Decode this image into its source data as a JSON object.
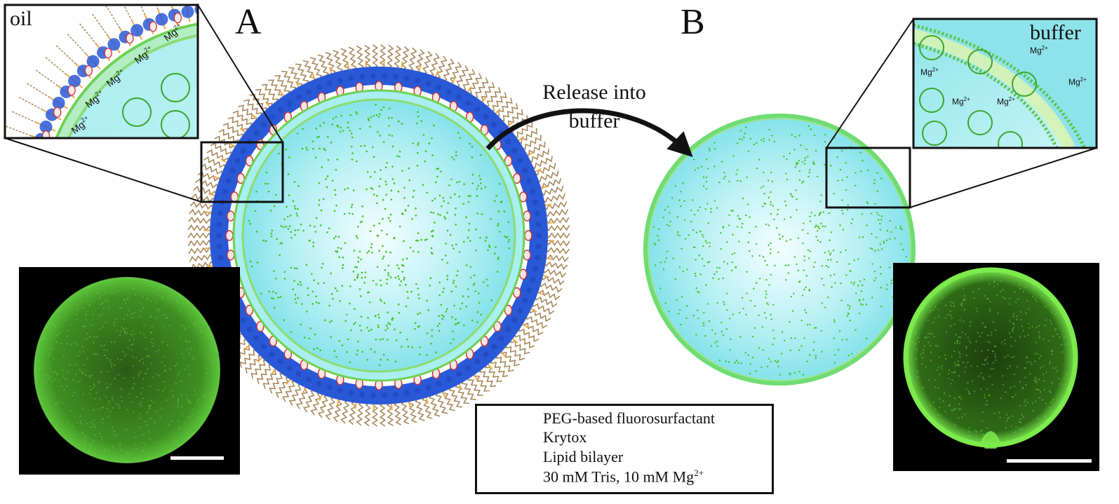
{
  "panel_labels": {
    "a": "A",
    "b": "B"
  },
  "arrow_label": {
    "line1": "Release into",
    "line2": "buffer"
  },
  "inset_a": {
    "label": "oil",
    "ion": "Mg",
    "charge": "2+"
  },
  "inset_b": {
    "label": "buffer",
    "ion": "Mg",
    "charge": "2+"
  },
  "legend": {
    "items": [
      {
        "label": "PEG-based fluorosurfactant"
      },
      {
        "label": "Krytox"
      },
      {
        "label": "Lipid bilayer"
      },
      {
        "label": "30 mM Tris, 10 mM Mg",
        "sup": "2+"
      }
    ]
  },
  "colors": {
    "buffer_cyan": "#8fe6ec",
    "buffer_center": "#eefcfd",
    "lipid_green": "#57c93f",
    "peg_brown": "#a8895c",
    "peg_blue": "#2a59d8",
    "krytox_orange": "#f2a94a",
    "krytox_red": "#cf3333",
    "micro_green": "#4caf2a",
    "micro_bg": "#000000"
  }
}
